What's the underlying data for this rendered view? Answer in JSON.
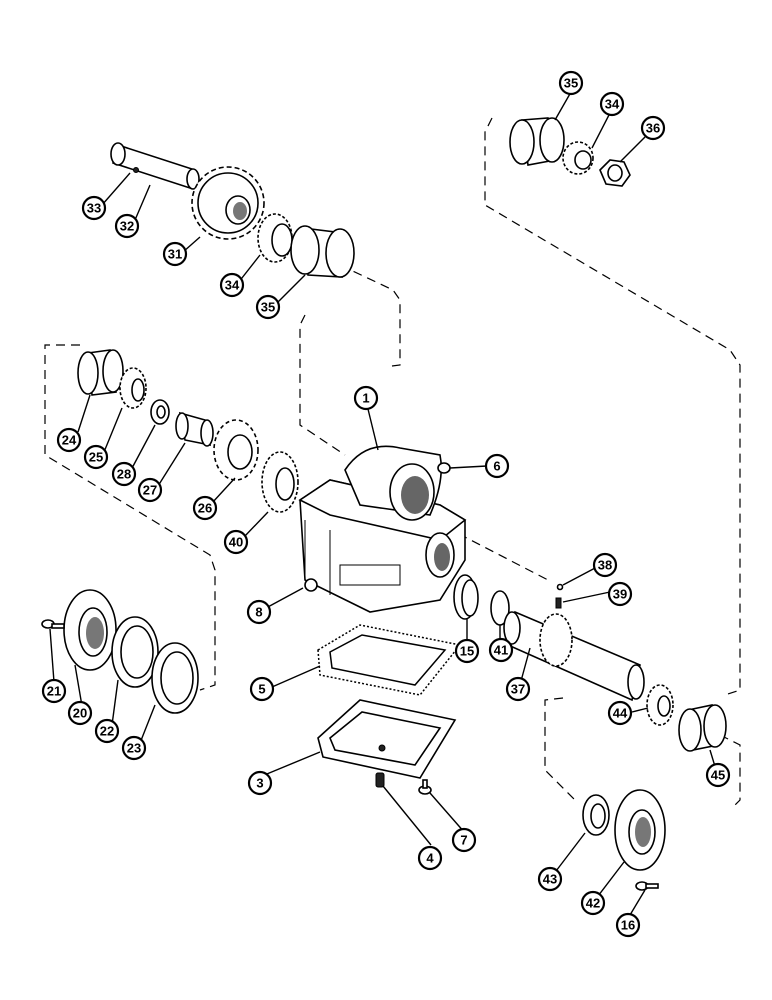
{
  "diagram": {
    "callouts": [
      {
        "id": "c35a",
        "label": "35"
      },
      {
        "id": "c34a",
        "label": "34"
      },
      {
        "id": "c36",
        "label": "36"
      },
      {
        "id": "c33",
        "label": "33"
      },
      {
        "id": "c32",
        "label": "32"
      },
      {
        "id": "c31",
        "label": "31"
      },
      {
        "id": "c34b",
        "label": "34"
      },
      {
        "id": "c35b",
        "label": "35"
      },
      {
        "id": "c1",
        "label": "1"
      },
      {
        "id": "c24",
        "label": "24"
      },
      {
        "id": "c25",
        "label": "25"
      },
      {
        "id": "c28",
        "label": "28"
      },
      {
        "id": "c27",
        "label": "27"
      },
      {
        "id": "c26",
        "label": "26"
      },
      {
        "id": "c40",
        "label": "40"
      },
      {
        "id": "c6",
        "label": "6"
      },
      {
        "id": "c8",
        "label": "8"
      },
      {
        "id": "c15",
        "label": "15"
      },
      {
        "id": "c41",
        "label": "41"
      },
      {
        "id": "c38",
        "label": "38"
      },
      {
        "id": "c39",
        "label": "39"
      },
      {
        "id": "c37",
        "label": "37"
      },
      {
        "id": "c21",
        "label": "21"
      },
      {
        "id": "c20",
        "label": "20"
      },
      {
        "id": "c22",
        "label": "22"
      },
      {
        "id": "c23",
        "label": "23"
      },
      {
        "id": "c5",
        "label": "5"
      },
      {
        "id": "c3",
        "label": "3"
      },
      {
        "id": "c4",
        "label": "4"
      },
      {
        "id": "c7",
        "label": "7"
      },
      {
        "id": "c44",
        "label": "44"
      },
      {
        "id": "c45",
        "label": "45"
      },
      {
        "id": "c43",
        "label": "43"
      },
      {
        "id": "c42",
        "label": "42"
      },
      {
        "id": "c16",
        "label": "16"
      }
    ]
  }
}
